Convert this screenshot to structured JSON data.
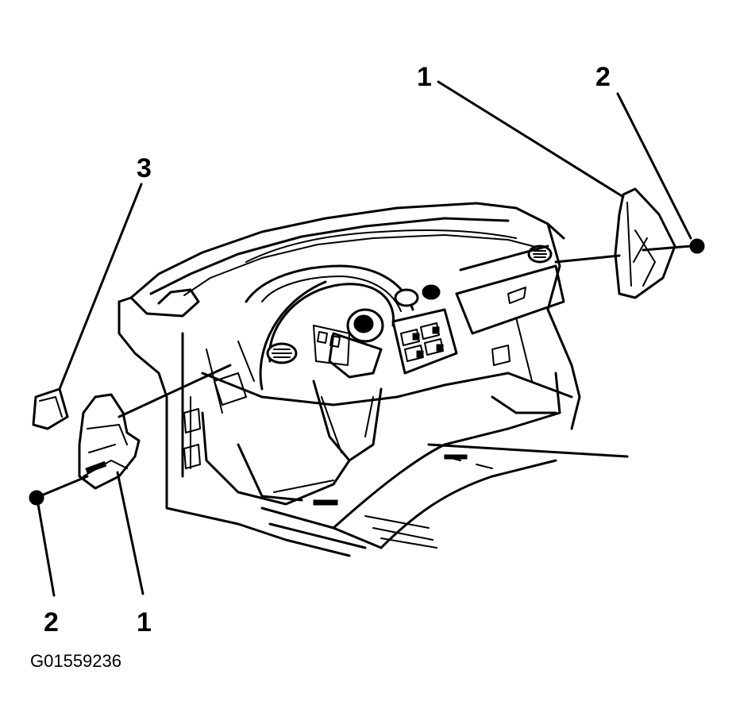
{
  "figure_id": "G01559236",
  "callouts": {
    "top_right_1": "1",
    "top_right_2": "2",
    "left_3": "3",
    "bottom_left_2": "2",
    "bottom_left_1": "1"
  },
  "colors": {
    "ink": "#000000",
    "paper": "#ffffff"
  }
}
